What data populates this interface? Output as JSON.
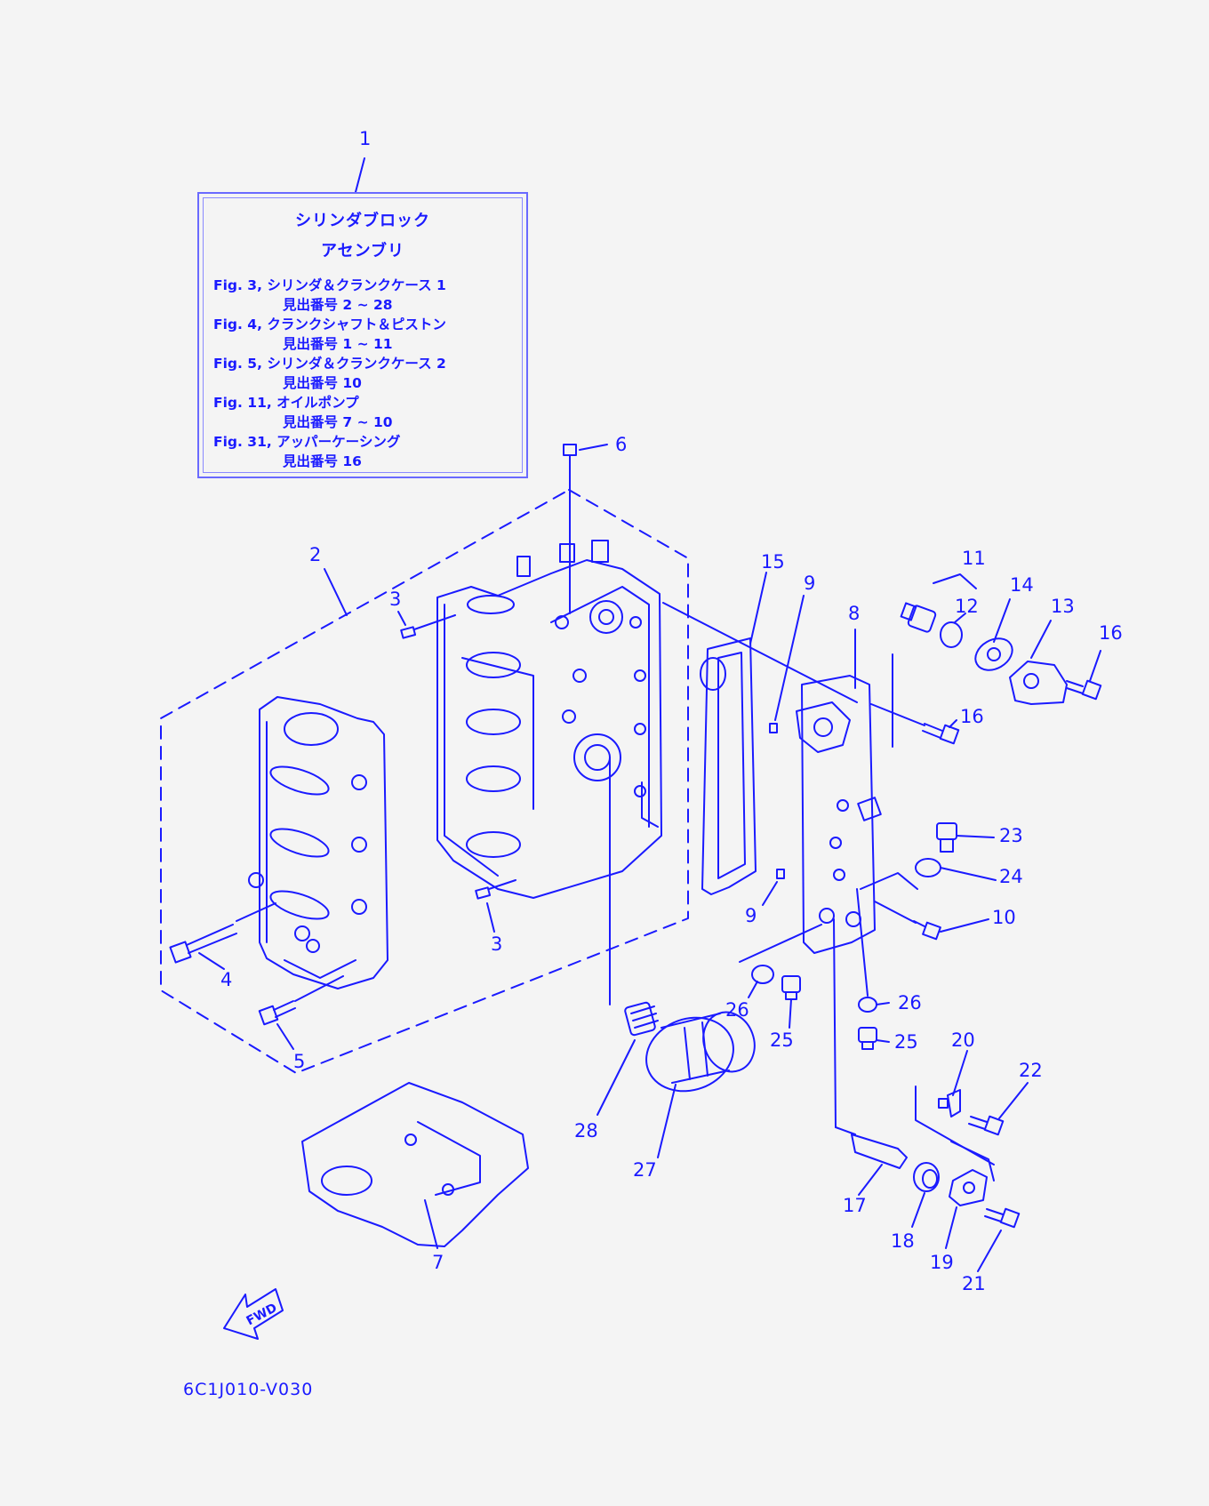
{
  "assembly_box": {
    "callout": "1",
    "title_line1": "シリンダブロック",
    "title_line2": "アセンブリ",
    "references": [
      {
        "fig": "Fig. 3, シリンダ＆クランクケース 1",
        "ref": "見出番号 2 ~ 28"
      },
      {
        "fig": "Fig. 4, クランクシャフト＆ピストン",
        "ref": "見出番号 1 ~ 11"
      },
      {
        "fig": "Fig. 5, シリンダ＆クランクケース 2",
        "ref": "見出番号 10"
      },
      {
        "fig": "Fig. 11, オイルポンプ",
        "ref": "見出番号 7 ~ 10"
      },
      {
        "fig": "Fig. 31, アッパーケーシング",
        "ref": "見出番号 16"
      }
    ]
  },
  "callouts": {
    "c2": "2",
    "c3a": "3",
    "c3b": "3",
    "c4": "4",
    "c5": "5",
    "c6": "6",
    "c7": "7",
    "c8": "8",
    "c9a": "9",
    "c9b": "9",
    "c10": "10",
    "c11": "11",
    "c12": "12",
    "c13": "13",
    "c14": "14",
    "c15": "15",
    "c16a": "16",
    "c16b": "16",
    "c17": "17",
    "c18": "18",
    "c19": "19",
    "c20": "20",
    "c21": "21",
    "c22": "22",
    "c23": "23",
    "c24": "24",
    "c25a": "25",
    "c25b": "25",
    "c26a": "26",
    "c26b": "26",
    "c27": "27",
    "c28": "28"
  },
  "fwd_label": "FWD",
  "doc_code": "6C1J010-V030",
  "colors": {
    "line": "#1a1aff",
    "background": "#f4f4f4"
  }
}
